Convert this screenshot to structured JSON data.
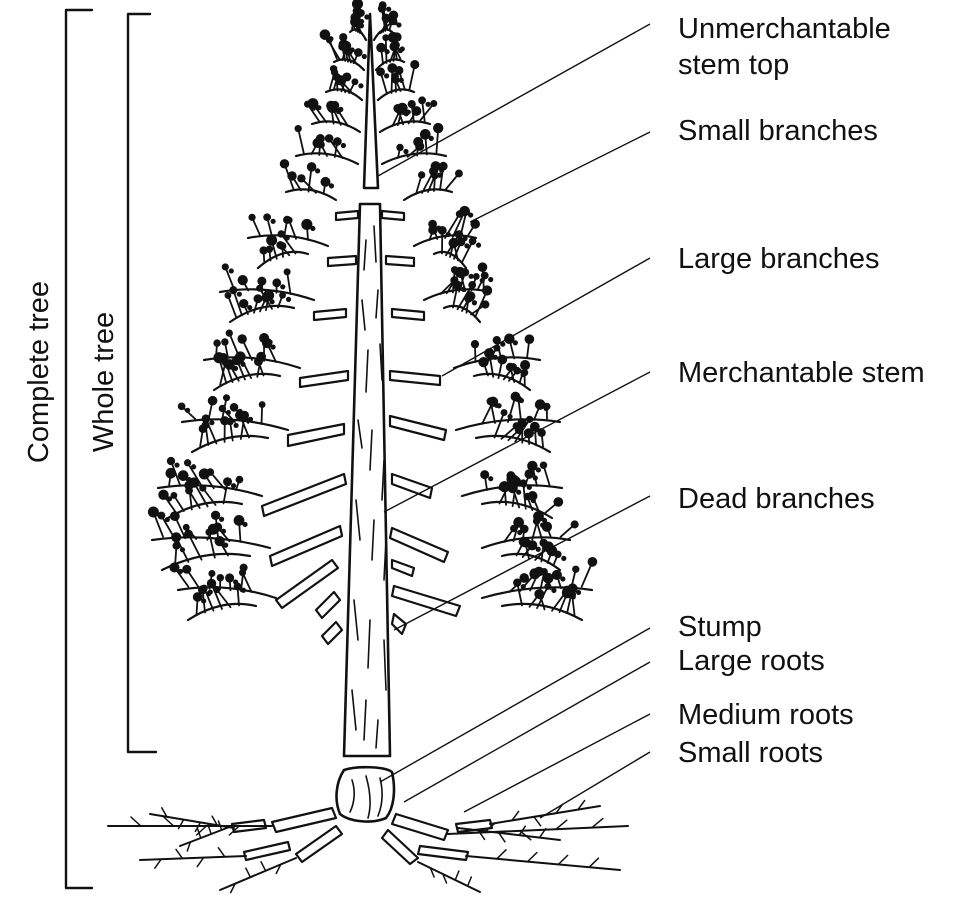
{
  "labels": {
    "unmerch_1": "Unmerchantable",
    "unmerch_2": "stem top",
    "small_branches": "Small branches",
    "large_branches": "Large branches",
    "merch_stem": "Merchantable stem",
    "dead_branches": "Dead branches",
    "stump": "Stump",
    "large_roots": "Large roots",
    "medium_roots": "Medium roots",
    "small_roots": "Small roots"
  },
  "brackets": {
    "complete_tree": "Complete tree",
    "whole_tree": "Whole tree"
  }
}
